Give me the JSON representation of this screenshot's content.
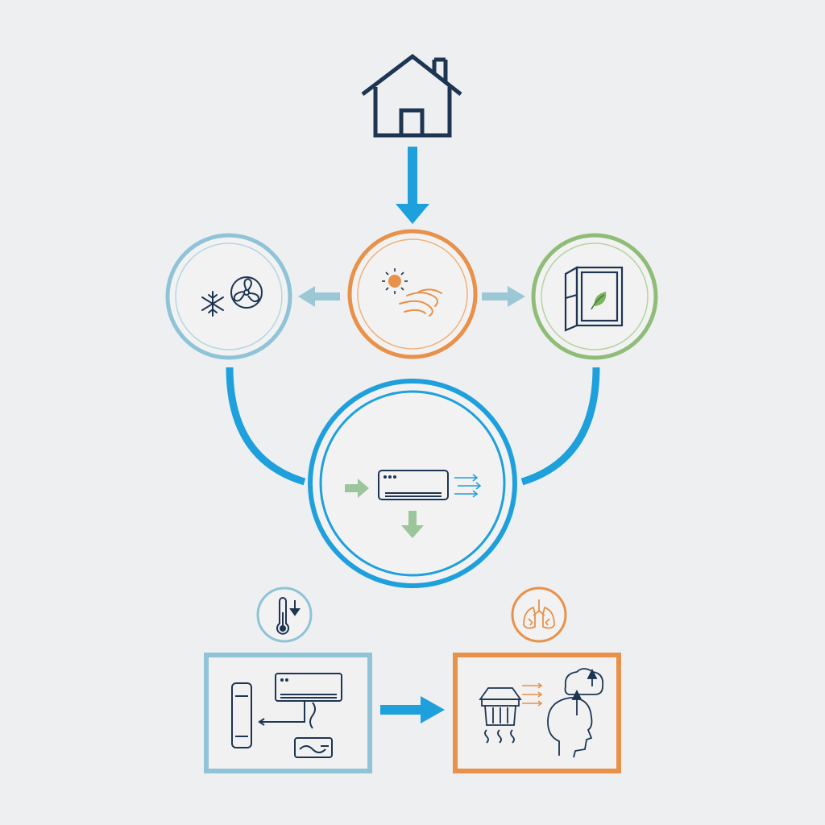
{
  "colors": {
    "background": "#eeeff0",
    "navy": "#1d3553",
    "blue": "#1ea0dc",
    "light_blue": "#8fc3d8",
    "orange": "#e8914a",
    "green": "#8fbd78",
    "light_green": "#9bc59a",
    "gray_arrow": "#9cc8d6"
  },
  "nodes": [
    {
      "id": "house",
      "icon": "house-icon"
    },
    {
      "id": "heat-source",
      "icon": "sun-heat-wave-icon",
      "color": "orange"
    },
    {
      "id": "cooling",
      "icon": "snowflake-fan-icon",
      "color": "light_blue"
    },
    {
      "id": "ventilation",
      "icon": "window-leaf-icon",
      "color": "green"
    },
    {
      "id": "air-conditioner",
      "icon": "air-conditioner-icon",
      "color": "blue"
    },
    {
      "id": "temperature-drop",
      "icon": "thermometer-down-icon",
      "color": "light_blue"
    },
    {
      "id": "lung-health",
      "icon": "lungs-icon",
      "color": "orange"
    },
    {
      "id": "ac-system-panel",
      "icon": "ac-system-icon",
      "color": "light_blue"
    },
    {
      "id": "wellbeing-panel",
      "icon": "wellbeing-icon",
      "color": "orange"
    }
  ]
}
